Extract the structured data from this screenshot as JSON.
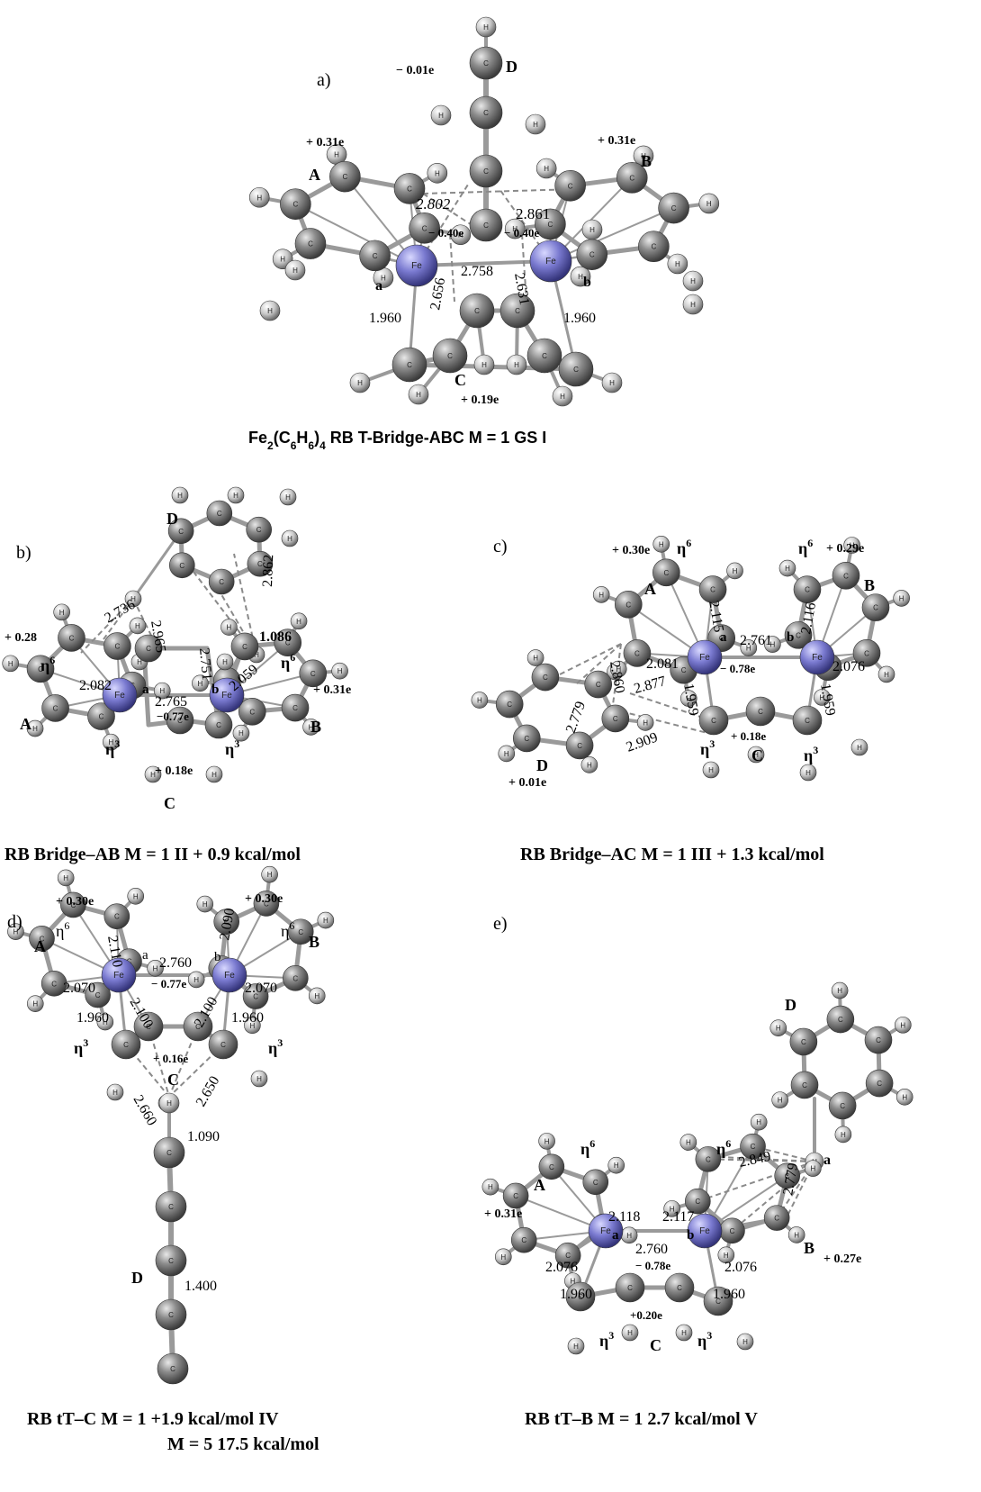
{
  "panels": [
    {
      "id": "a",
      "panel_label": "a)",
      "caption": "Fe2(C6H6)4   RB  T-Bridge-ABC M = 1  GS   I",
      "caption_formula": {
        "main": "Fe",
        "sub1": "2",
        "mid1": "(C",
        "sub2": "6",
        "mid2": "H",
        "sub3": "6",
        "mid3": ")",
        "sub4": "4",
        "rest": "   RB  T-Bridge-ABC M = 1  GS   I"
      },
      "ring_labels": [
        "A",
        "B",
        "C",
        "D"
      ],
      "metal_labels": [
        "a",
        "b"
      ],
      "charges": [
        "− 0.01e",
        "+ 0.31e",
        "+ 0.31e",
        "− 0.40e",
        "− 0.40e",
        "+ 0.19e"
      ],
      "distances": [
        "2.802",
        "2.861",
        "2.656",
        "2.758",
        "2.631",
        "1.960",
        "1.960"
      ]
    },
    {
      "id": "b",
      "panel_label": "b)",
      "caption": "RB Bridge–AB  M = 1   II + 0.9 kcal/mol",
      "ring_labels": [
        "A",
        "B",
        "C",
        "D"
      ],
      "metal_labels": [
        "a",
        "b"
      ],
      "hapticity": [
        "η",
        "6",
        "η",
        "6",
        "η",
        "3",
        "η",
        "3"
      ],
      "charges": [
        "+ 0.28",
        "+ 0.31e",
        "−0.77e",
        "+ 0.18e"
      ],
      "distances": [
        "2.736",
        "2.965",
        "2.751",
        "2.862",
        "1.086",
        "2.082",
        "2.765",
        "2.059"
      ]
    },
    {
      "id": "c",
      "panel_label": "c)",
      "caption": "RB Bridge–AC  M = 1   III + 1.3 kcal/mol",
      "ring_labels": [
        "A",
        "B",
        "C",
        "D"
      ],
      "metal_labels": [
        "a",
        "b"
      ],
      "charges": [
        "+ 0.30e",
        "+ 0.29e",
        "− 0.78e",
        "+ 0.18e",
        "+ 0.01e"
      ],
      "distances": [
        "2.115",
        "2.116",
        "2.761",
        "2.081",
        "2.076",
        "1.959",
        "1.959",
        "2.860",
        "2.877",
        "2.779",
        "2.909"
      ]
    },
    {
      "id": "d",
      "panel_label": "d)",
      "caption_line1": "RB tT–C  M = 1  +1.9 kcal/mol  IV",
      "caption_line2": "M = 5   17.5 kcal/mol",
      "ring_labels": [
        "A",
        "B",
        "C",
        "D"
      ],
      "metal_labels": [
        "a",
        "b"
      ],
      "charges": [
        "+ 0.30e",
        "+ 0.30e",
        "− 0.77e",
        "+ 0.16e"
      ],
      "distances": [
        "2.110",
        "2.090",
        "2.760",
        "2.070",
        "2.070",
        "2.100",
        "2.100",
        "1.960",
        "1.960",
        "2.660",
        "2.650",
        "1.090",
        "1.400"
      ]
    },
    {
      "id": "e",
      "panel_label": "e)",
      "caption": "RB tT–B  M = 1   2.7 kcal/mol   V",
      "ring_labels": [
        "A",
        "B",
        "C",
        "D"
      ],
      "metal_labels": [
        "a",
        "b",
        "a"
      ],
      "charges": [
        "+ 0.31e",
        "− 0.78e",
        "+0.20e",
        "+ 0.27e"
      ],
      "distances": [
        "2.849",
        "2.779",
        "2.118",
        "2.117",
        "2.760",
        "2.076",
        "2.076",
        "1.960",
        "1.960"
      ]
    }
  ],
  "atom_symbols": {
    "carbon": "C",
    "hydrogen": "H",
    "iron": "Fe"
  },
  "colors": {
    "carbon": "#7a7a7a",
    "hydrogen": "#d0d0d0",
    "iron": "#7878c8",
    "bond": "#9a9a9a",
    "text": "#000000"
  }
}
